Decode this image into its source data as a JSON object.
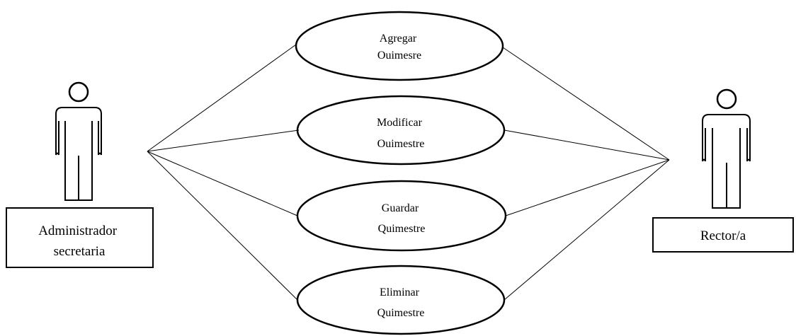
{
  "actors": {
    "left": {
      "label_lines": [
        "Administrador",
        "secretaria"
      ]
    },
    "right": {
      "label_lines": [
        "Rector/a"
      ]
    }
  },
  "use_cases": [
    {
      "lines": [
        "Agregar",
        "Ouimesre"
      ]
    },
    {
      "lines": [
        "Modificar",
        "Ouimestre"
      ]
    },
    {
      "lines": [
        "Guardar",
        "Quimestre"
      ]
    },
    {
      "lines": [
        "Eliminar",
        "Quimestre"
      ]
    }
  ],
  "associations": {
    "left_actor": [
      0,
      1,
      2,
      3
    ],
    "right_actor": [
      0,
      1,
      2,
      3
    ]
  }
}
